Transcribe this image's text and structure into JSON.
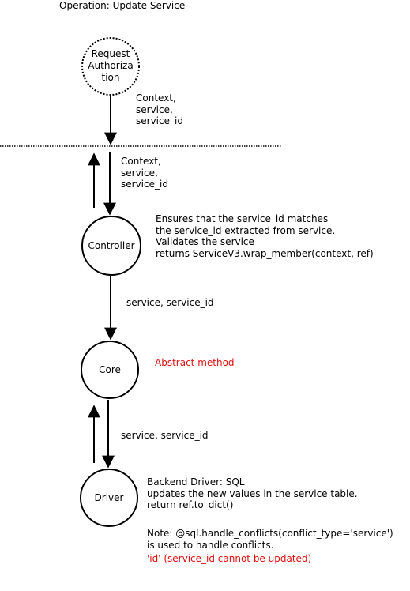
{
  "title": "Operation: Update Service",
  "nodes": {
    "request_authorization": "Request\nAuthoriza\ntion",
    "controller": "Controller",
    "core": "Core",
    "driver": "Driver"
  },
  "edge_labels": {
    "auth_to_boundary": "Context,\nservice,\nservice_id",
    "boundary_to_controller": "Context,\nservice,\nservice_id",
    "controller_to_core": "service, service_id",
    "core_to_driver": "service, service_id"
  },
  "notes": {
    "controller": "Ensures that the service_id matches\nthe service_id extracted from service.\nValidates the service\nreturns ServiceV3.wrap_member(context, ref)",
    "core": "Abstract method",
    "driver": "Backend Driver: SQL\nupdates the new values in the service table.\nreturn ref.to_dict()",
    "driver_conflicts": "Note: @sql.handle_conflicts(conflict_type='service')\nis used to handle conflicts.",
    "driver_id": "'id' (service_id cannot be updated)"
  },
  "colors": {
    "stroke": "#000000",
    "accent_red": "#e01010"
  }
}
